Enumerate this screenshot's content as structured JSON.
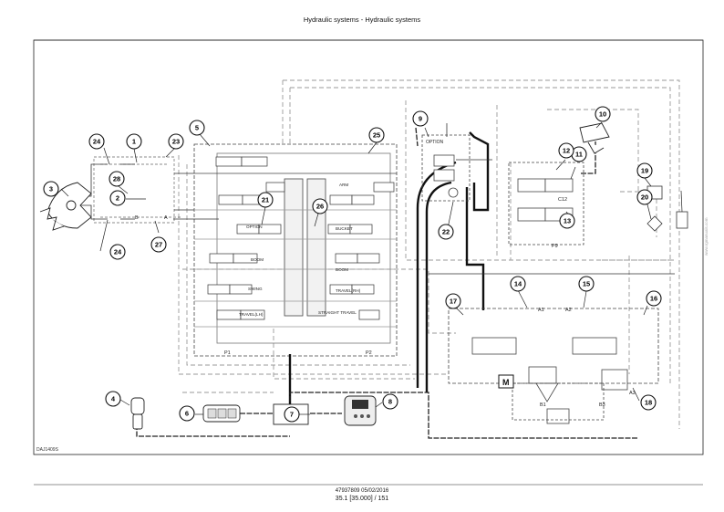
{
  "header": {
    "title": "Hydraulic systems - Hydraulic systems"
  },
  "footer": {
    "doc_ref": "47937809 05/02/2016",
    "page": "35.1 [35.000] / 151"
  },
  "diagram": {
    "code": "DAJ1409S",
    "sheet_mark": "",
    "callouts": [
      "1",
      "2",
      "3",
      "4",
      "5",
      "6",
      "7",
      "8",
      "9",
      "10",
      "11",
      "12",
      "13",
      "14",
      "15",
      "16",
      "17",
      "18",
      "19",
      "20",
      "21",
      "22",
      "23",
      "24",
      "25",
      "26",
      "27",
      "28"
    ],
    "port_labels": {
      "p1": "P1",
      "p2": "P2",
      "p9": "P9",
      "a1": "A1",
      "a2": "A2",
      "a3": "A3",
      "b1": "B1",
      "b3": "B3",
      "c12": "C12",
      "a": "A",
      "b": "B",
      "motor": "M"
    },
    "section_labels": {
      "option": "OPTION",
      "option_main": "OPTION",
      "boom": "BOOM",
      "bucket": "BUCKET",
      "arm": "ARM",
      "swing": "SWING",
      "travel_rh": "TRAVEL(RH)",
      "travel_lh": "TRAVEL(LH)",
      "straight_travel": "STRAIGHT TRAVEL"
    },
    "watermark": "www.rgmanuals.com"
  }
}
